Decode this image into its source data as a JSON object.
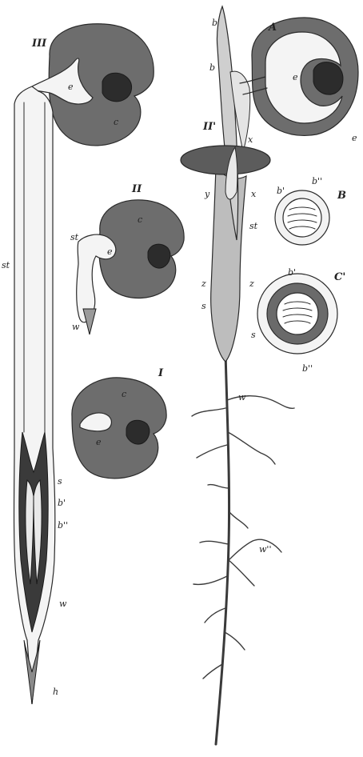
{
  "figure": {
    "panel_labels": {
      "stage_III": "III",
      "stage_II": "II",
      "stage_I": "I",
      "stage_II_prime": "II'",
      "section_A": "A",
      "section_B": "B",
      "section_C": "C'"
    },
    "part_labels": {
      "cotyledon_c": "c",
      "embryo_e": "e",
      "stem_st": "st",
      "root_w": "w",
      "sheath_s": "s",
      "leaf_b1": "b'",
      "leaf_b2": "b''",
      "tip_h": "h",
      "leaf_b": "b",
      "leaf_b_prime": "b'",
      "x": "x",
      "y": "y",
      "z": "z",
      "secondary_root": "w''",
      "e_a": "e"
    }
  }
}
